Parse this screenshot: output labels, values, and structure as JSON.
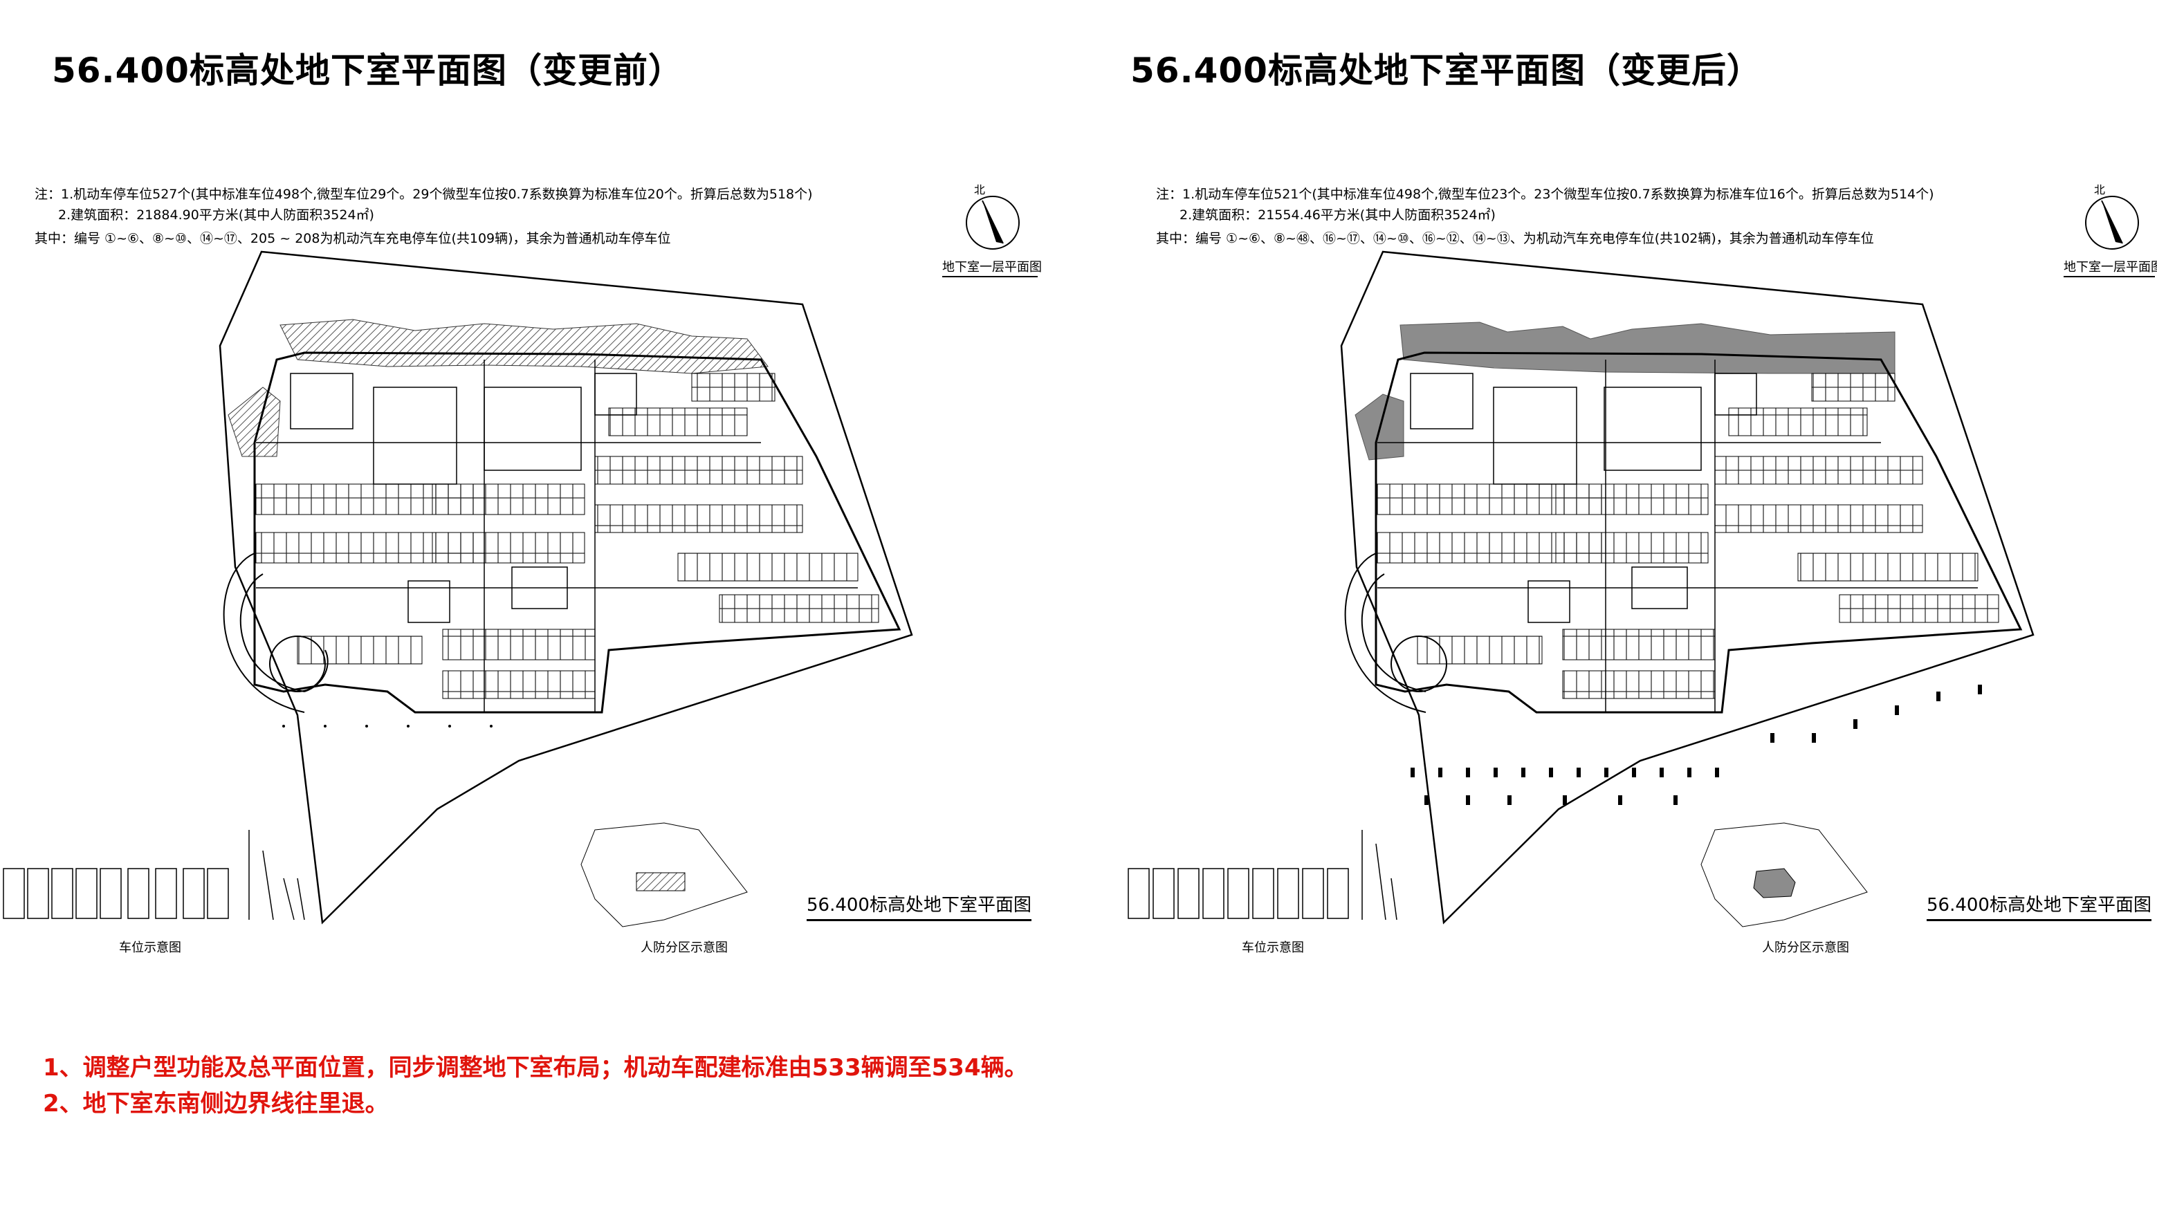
{
  "left": {
    "title": "56.400标高处地下室平面图（变更前）",
    "note_line1": "注：1.机动车停车位527个(其中标准车位498个,微型车位29个。29个微型车位按0.7系数换算为标准车位20个。折算后总数为518个)",
    "note_line2": "2.建筑面积：21884.90平方米(其中人防面积3524㎡)",
    "note_line3": "其中：编号 ①~⑥、⑧~⑩、⑭~⑰、205 ~ 208为机动汽车充电停车位(共109辆)，其余为普通机动车停车位",
    "north_label": "北",
    "key_plan_label": "地下室一层平面图",
    "sheet_title": "56.400标高处地下室平面图",
    "parking_diagram_label": "车位示意图",
    "civil_defense_label": "人防分区示意图"
  },
  "right": {
    "title": "56.400标高处地下室平面图（变更后）",
    "note_line1": "注：1.机动车停车位521个(其中标准车位498个,微型车位23个。23个微型车位按0.7系数换算为标准车位16个。折算后总数为514个)",
    "note_line2": "2.建筑面积：21554.46平方米(其中人防面积3524㎡)",
    "note_line3": "其中：编号 ①~⑥、⑧~㊽、⑯~⑰、⑭~⑩、⑯~⑫、⑭~⑬、为机动汽车充电停车位(共102辆)，其余为普通机动车停车位",
    "north_label": "北",
    "key_plan_label": "地下室一层平面图",
    "sheet_title": "56.400标高处地下室平面图",
    "parking_diagram_label": "车位示意图",
    "civil_defense_label": "人防分区示意图"
  },
  "change_notes": [
    "1、调整户型功能及总平面位置，同步调整地下室布局；机动车配建标准由533辆调至534辆。",
    "2、地下室东南侧边界线往里退。"
  ],
  "colors": {
    "change_note_red": "#e0140c",
    "hatch_grey": "#8c8c8c"
  }
}
